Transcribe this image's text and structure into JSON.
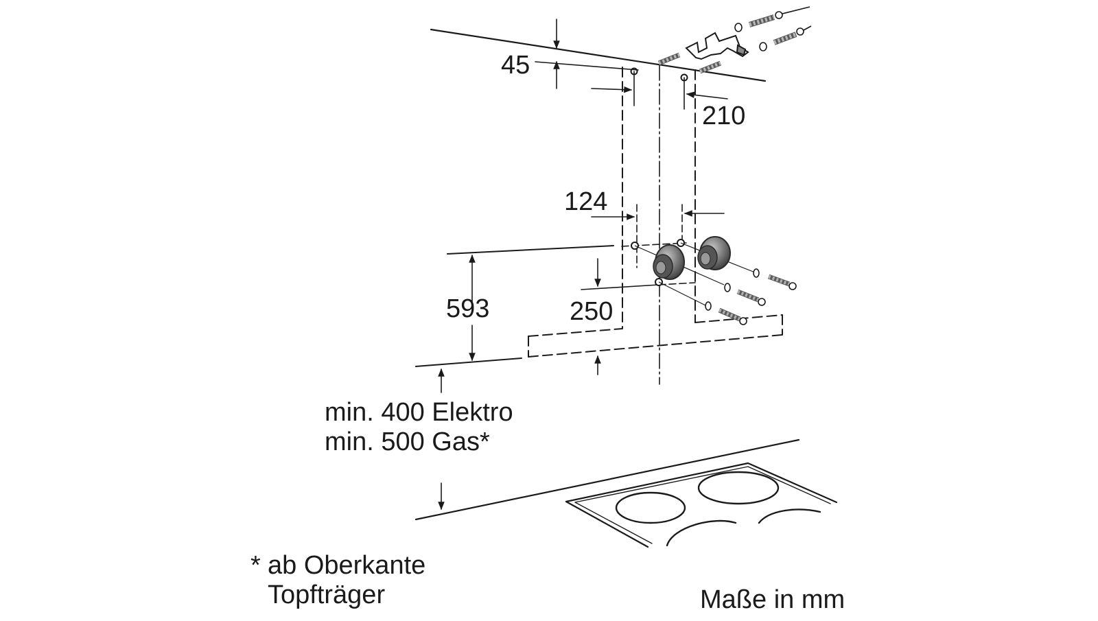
{
  "dimensions": {
    "top_offset": "45",
    "hole_spacing_top": "210",
    "hole_spacing_bottom": "124",
    "bottom_offset": "250",
    "hood_height": "593"
  },
  "notes": {
    "min_electric": "min. 400 Elektro",
    "min_gas": "min. 500 Gas*",
    "footnote_marker": "*",
    "footnote_line1": "ab Oberkante",
    "footnote_line2": "Topfträger",
    "units": "Maße in mm"
  },
  "colors": {
    "line": "#1a1a1a",
    "motor_body": "#6e6e6e",
    "motor_dark": "#3a3a3a",
    "motor_light": "#b5b5b5"
  },
  "icons": {
    "anchor": "wall-plug-screw-icon",
    "bracket": "mounting-bracket-icon",
    "motor": "fan-motor-icon",
    "hob": "cooktop-icon"
  }
}
